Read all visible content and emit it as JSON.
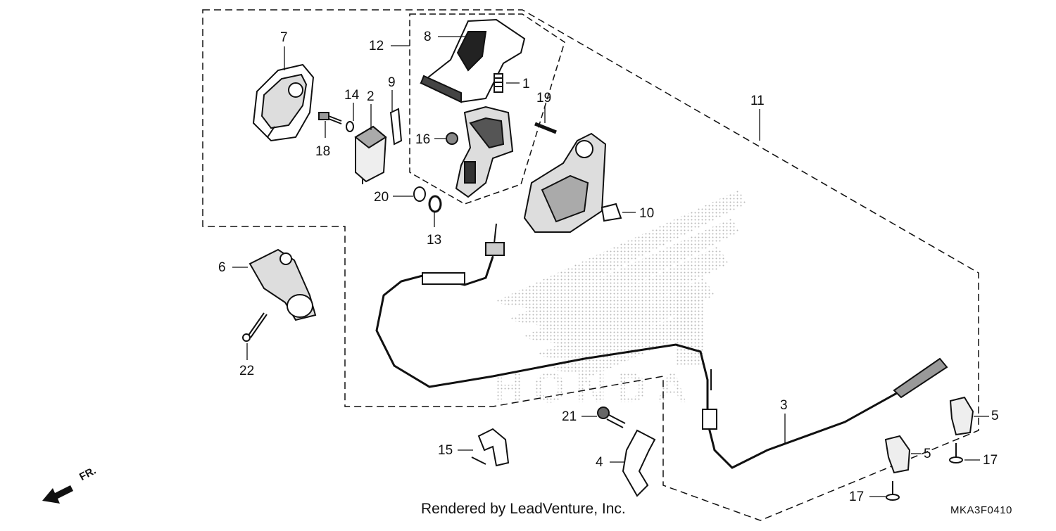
{
  "callouts": {
    "c1": "1",
    "c2": "2",
    "c3": "3",
    "c4": "4",
    "c5a": "5",
    "c5b": "5",
    "c6": "6",
    "c7": "7",
    "c8": "8",
    "c9": "9",
    "c10": "10",
    "c11": "11",
    "c12": "12",
    "c13": "13",
    "c14": "14",
    "c15": "15",
    "c16": "16",
    "c17a": "17",
    "c17b": "17",
    "c18": "18",
    "c19": "19",
    "c20": "20",
    "c21": "21",
    "c22": "22"
  },
  "watermark_text": "HONDA",
  "direction_label": "FR.",
  "footer": {
    "credit": "Rendered by LeadVenture, Inc.",
    "diagram_code": "MKA3F0410"
  }
}
